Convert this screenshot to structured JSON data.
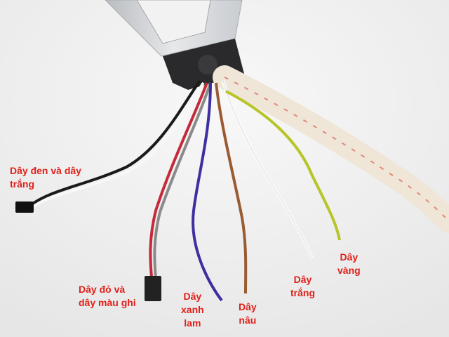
{
  "labels": {
    "black_white": [
      "Dây đen và dây",
      "trắng"
    ],
    "red_grey": [
      "Dây đỏ và",
      "dây màu ghi"
    ],
    "blue": [
      "Dây",
      "xanh",
      "lam"
    ],
    "brown": [
      "Dây",
      "nâu"
    ],
    "white": [
      "Dây",
      "trắng"
    ],
    "yellow": [
      "Dây",
      "vàng"
    ]
  },
  "colors": {
    "label_text": "#e0201a",
    "background": "#f4f4f4",
    "driver_case": "#d9dcdf",
    "wire_blue": "#3d2fa0",
    "wire_brown": "#9a5a32",
    "wire_red": "#c42a3a",
    "wire_grey": "#8a8a8a",
    "wire_black": "#1a1a1a",
    "wire_yellow_green": "#b8c428",
    "wire_white": "#fafafa",
    "sleeve": "#efe6d8"
  }
}
